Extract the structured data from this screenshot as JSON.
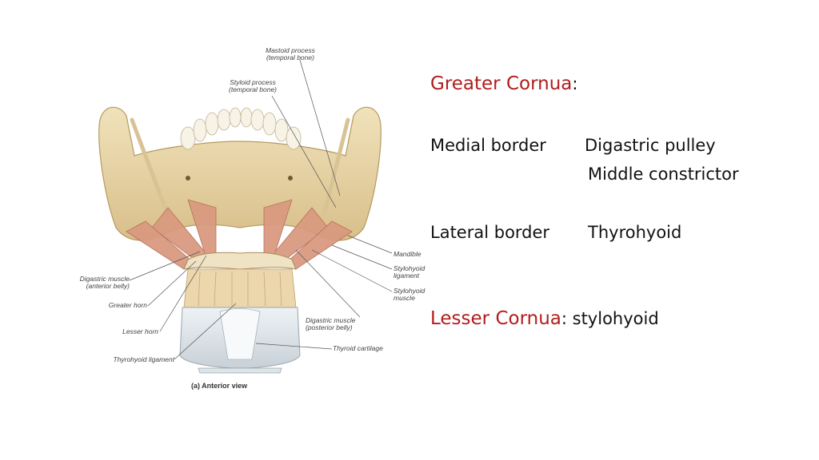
{
  "figure": {
    "labels": {
      "mastoid": "Mastoid process\n(temporal bone)",
      "styloid": "Styloid process\n(temporal bone)",
      "mandible": "Mandible",
      "stylohyoid_ligament": "Stylohyoid\nligament",
      "stylohyoid_muscle": "Stylohyoid\nmuscle",
      "digastric_posterior": "Digastric muscle\n(posterior belly)",
      "thyroid_cartilage": "Thyroid cartilage",
      "digastric_anterior": "Digastric muscle\n(anterior belly)",
      "greater_horn": "Greater horn",
      "lesser_horn": "Lesser horn",
      "thyrohyoid_ligament": "Thyrohyoid ligament"
    },
    "caption": "(a) Anterior view",
    "colors": {
      "bone": "#e8d6a8",
      "bone_shadow": "#c9b07a",
      "muscle": "#d99a80",
      "cartilage": "#dde3e8"
    }
  },
  "text": {
    "greater_title": "Greater Cornua",
    "greater_colon": ":",
    "medial_label": "Medial border",
    "medial_item1": "Digastric pulley",
    "medial_item2": "Middle constrictor",
    "lateral_label": "Lateral border",
    "lateral_item": "Thyrohyoid",
    "lesser_title": "Lesser Cornua",
    "lesser_rest": ": stylohyoid",
    "accent_color": "#b21d1d"
  }
}
